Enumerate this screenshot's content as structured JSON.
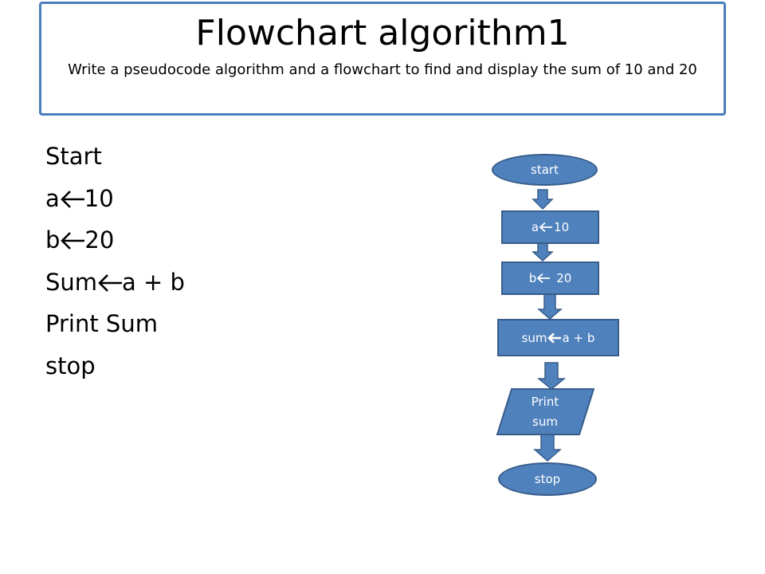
{
  "title": "Flowchart algorithm1",
  "subtitle": "Write a pseudocode algorithm and a flowchart to find and display the sum of 10 and 20",
  "pseudocode": {
    "line1": "Start",
    "line2_left": "a",
    "line2_right": "10",
    "line3_left": "b",
    "line3_right": "20",
    "line4_left": "Sum",
    "line4_right": "a + b",
    "line5": "Print Sum",
    "line6": "stop"
  },
  "flowchart": {
    "start": "start",
    "assign_a_left": "a",
    "assign_a_right": "10",
    "assign_b_left": "b",
    "assign_b_right": "20",
    "assign_sum_left": "sum",
    "assign_sum_right": "a + b",
    "print_line1": "Print",
    "print_line2": "sum",
    "stop": "stop"
  },
  "colors": {
    "shape_fill": "#4f81bd",
    "shape_border": "#385d8a",
    "title_border": "#4a7ebb"
  }
}
